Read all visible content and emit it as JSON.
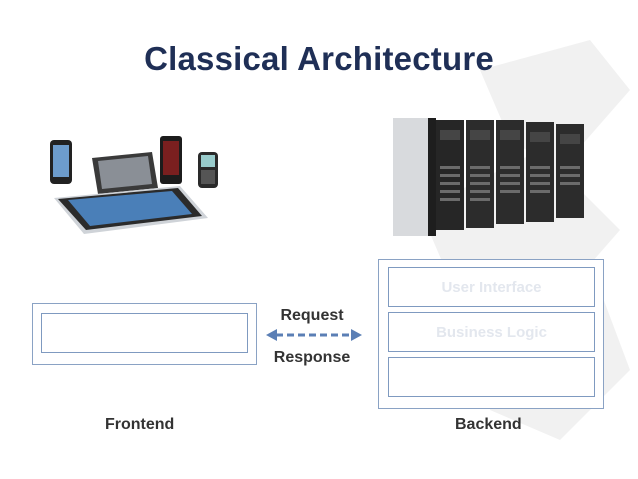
{
  "title": "Classical Architecture",
  "frontend": {
    "label": "Frontend"
  },
  "backend": {
    "label": "Backend",
    "layers": [
      "User Interface",
      "Business Logic",
      ""
    ]
  },
  "connection": {
    "request": "Request",
    "response": "Response"
  },
  "colors": {
    "title": "#1f2f56",
    "box_border": "#8aa2c4",
    "arrow": "#5b7fb5"
  }
}
